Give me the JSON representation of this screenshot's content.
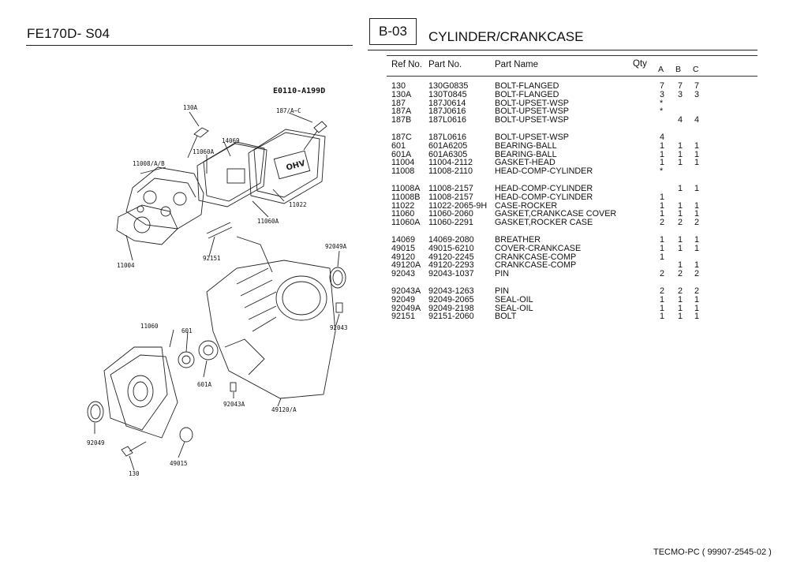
{
  "header": {
    "model": "FE170D- S04",
    "code": "B-03",
    "title": "CYLINDER/CRANKCASE"
  },
  "columns": {
    "ref": "Ref No.",
    "part": "Part No.",
    "name": "Part Name",
    "qty": "Qty",
    "a": "A",
    "b": "B",
    "c": "C"
  },
  "parts": [
    {
      "ref": "130",
      "part": "130G0835",
      "name": "BOLT-FLANGED",
      "a": "7",
      "b": "7",
      "c": "7"
    },
    {
      "ref": "130A",
      "part": "130T0845",
      "name": "BOLT-FLANGED",
      "a": "3",
      "b": "3",
      "c": "3"
    },
    {
      "ref": "187",
      "part": "187J0614",
      "name": "BOLT-UPSET-WSP",
      "a": "*",
      "b": "",
      "c": ""
    },
    {
      "ref": "187A",
      "part": "187J0616",
      "name": "BOLT-UPSET-WSP",
      "a": "*",
      "b": "",
      "c": ""
    },
    {
      "ref": "187B",
      "part": "187L0616",
      "name": "BOLT-UPSET-WSP",
      "a": "",
      "b": "4",
      "c": "4"
    },
    {
      "ref": "187C",
      "part": "187L0616",
      "name": "BOLT-UPSET-WSP",
      "a": "4",
      "b": "",
      "c": ""
    },
    {
      "ref": "601",
      "part": "601A6205",
      "name": "BEARING-BALL",
      "a": "1",
      "b": "1",
      "c": "1"
    },
    {
      "ref": "601A",
      "part": "601A6305",
      "name": "BEARING-BALL",
      "a": "1",
      "b": "1",
      "c": "1"
    },
    {
      "ref": "11004",
      "part": "11004-2112",
      "name": "GASKET-HEAD",
      "a": "1",
      "b": "1",
      "c": "1"
    },
    {
      "ref": "11008",
      "part": "11008-2110",
      "name": "HEAD-COMP-CYLINDER",
      "a": "*",
      "b": "",
      "c": ""
    },
    {
      "ref": "11008A",
      "part": "11008-2157",
      "name": "HEAD-COMP-CYLINDER",
      "a": "",
      "b": "1",
      "c": "1"
    },
    {
      "ref": "11008B",
      "part": "11008-2157",
      "name": "HEAD-COMP-CYLINDER",
      "a": "1",
      "b": "",
      "c": ""
    },
    {
      "ref": "11022",
      "part": "11022-2065-9H",
      "name": "CASE-ROCKER",
      "a": "1",
      "b": "1",
      "c": "1"
    },
    {
      "ref": "11060",
      "part": "11060-2060",
      "name": "GASKET,CRANKCASE COVER",
      "a": "1",
      "b": "1",
      "c": "1"
    },
    {
      "ref": "11060A",
      "part": "11060-2291",
      "name": "GASKET,ROCKER CASE",
      "a": "2",
      "b": "2",
      "c": "2"
    },
    {
      "ref": "14069",
      "part": "14069-2080",
      "name": "BREATHER",
      "a": "1",
      "b": "1",
      "c": "1"
    },
    {
      "ref": "49015",
      "part": "49015-6210",
      "name": "COVER-CRANKCASE",
      "a": "1",
      "b": "1",
      "c": "1"
    },
    {
      "ref": "49120",
      "part": "49120-2245",
      "name": "CRANKCASE-COMP",
      "a": "1",
      "b": "",
      "c": ""
    },
    {
      "ref": "49120A",
      "part": "49120-2293",
      "name": "CRANKCASE-COMP",
      "a": "",
      "b": "1",
      "c": "1"
    },
    {
      "ref": "92043",
      "part": "92043-1037",
      "name": "PIN",
      "a": "2",
      "b": "2",
      "c": "2"
    },
    {
      "ref": "92043A",
      "part": "92043-1263",
      "name": "PIN",
      "a": "2",
      "b": "2",
      "c": "2"
    },
    {
      "ref": "92049",
      "part": "92049-2065",
      "name": "SEAL-OIL",
      "a": "1",
      "b": "1",
      "c": "1"
    },
    {
      "ref": "92049A",
      "part": "92049-2198",
      "name": "SEAL-OIL",
      "a": "1",
      "b": "1",
      "c": "1"
    },
    {
      "ref": "92151",
      "part": "92151-2060",
      "name": "BOLT",
      "a": "1",
      "b": "1",
      "c": "1"
    }
  ],
  "diagram": {
    "code": "E0110-A199D",
    "labels": {
      "l130A": "130A",
      "l187": "187/A~C",
      "l14069": "14069",
      "l11060A": "11060A",
      "l11008": "11008/A/B",
      "l11022": "11022",
      "l11060A_2": "11060A",
      "l92049A": "92049A",
      "l11004": "11004",
      "l92151": "92151",
      "l92043": "92043",
      "l11060": "11060",
      "l601": "601",
      "l601A": "601A",
      "l92043A": "92043A",
      "l49120": "49120/A",
      "l92049": "92049",
      "l49015": "49015",
      "l130": "130"
    },
    "badge": "OHV"
  },
  "footer": "TECMO-PC ( 99907-2545-02 )"
}
